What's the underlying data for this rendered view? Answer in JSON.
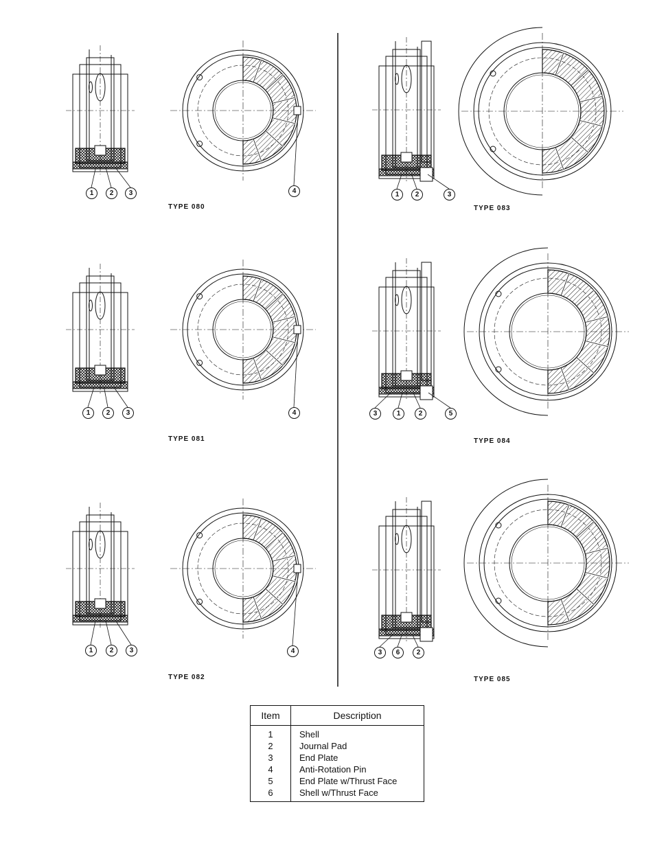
{
  "figures": [
    {
      "id": "080",
      "type_label": "TYPE 080",
      "side_callouts": [
        "1",
        "2",
        "3"
      ],
      "face_callouts": [
        "4"
      ]
    },
    {
      "id": "081",
      "type_label": "TYPE 081",
      "side_callouts": [
        "1",
        "2",
        "3"
      ],
      "face_callouts": [
        "4"
      ]
    },
    {
      "id": "082",
      "type_label": "TYPE 082",
      "side_callouts": [
        "1",
        "2",
        "3"
      ],
      "face_callouts": [
        "4"
      ]
    },
    {
      "id": "083",
      "type_label": "TYPE 083",
      "side_callouts": [
        "1",
        "2",
        "3"
      ],
      "face_callouts": []
    },
    {
      "id": "084",
      "type_label": "TYPE 084",
      "side_callouts": [
        "3",
        "1",
        "2",
        "5"
      ],
      "face_callouts": []
    },
    {
      "id": "085",
      "type_label": "TYPE 085",
      "side_callouts": [
        "3",
        "6",
        "2"
      ],
      "face_callouts": []
    }
  ],
  "legend": {
    "headers": {
      "item": "Item",
      "description": "Description"
    },
    "rows": [
      {
        "item": "1",
        "description": "Shell"
      },
      {
        "item": "2",
        "description": "Journal Pad"
      },
      {
        "item": "3",
        "description": "End Plate"
      },
      {
        "item": "4",
        "description": "Anti-Rotation Pin"
      },
      {
        "item": "5",
        "description": "End Plate w/Thrust Face"
      },
      {
        "item": "6",
        "description": "Shell w/Thrust Face"
      }
    ]
  }
}
